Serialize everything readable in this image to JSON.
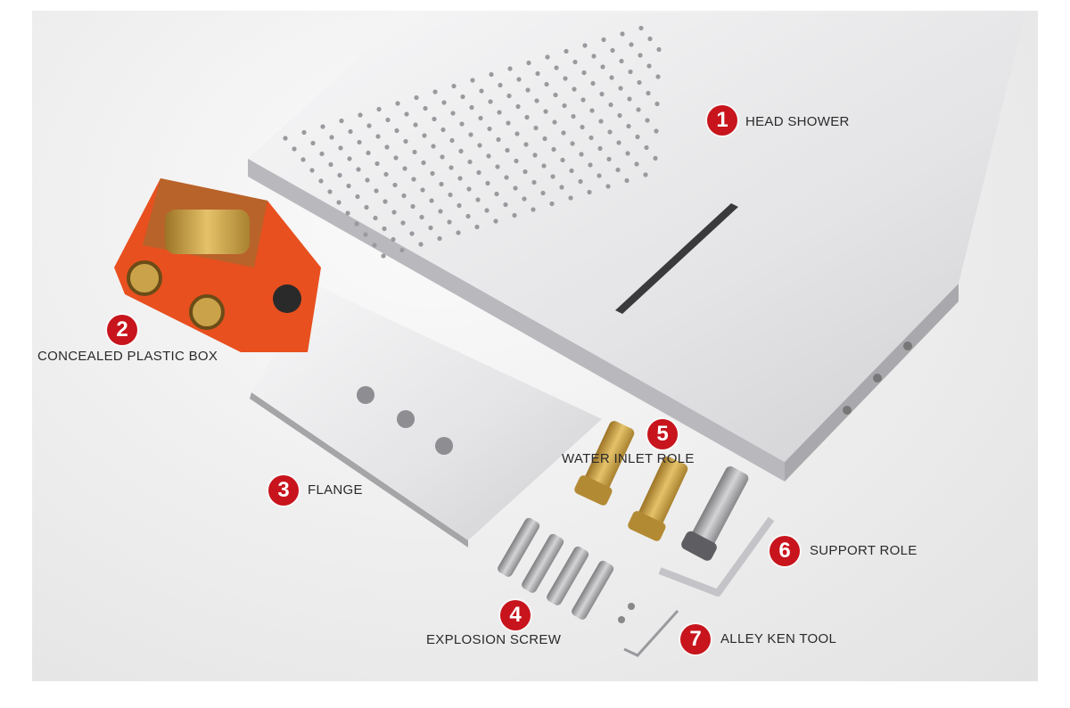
{
  "parts": [
    {
      "number": "1",
      "label": "HEAD SHOWER"
    },
    {
      "number": "2",
      "label": "CONCEALED PLASTIC BOX"
    },
    {
      "number": "3",
      "label": "FLANGE"
    },
    {
      "number": "4",
      "label": "EXPLOSION SCREW"
    },
    {
      "number": "5",
      "label": "WATER INLET ROLE"
    },
    {
      "number": "6",
      "label": "SUPPORT ROLE"
    },
    {
      "number": "7",
      "label": "ALLEY KEN TOOL"
    }
  ],
  "colors": {
    "badge": "#c8141c",
    "box": "#f05a28",
    "brass": "#c9a24a",
    "chrome": "#e6e6e8"
  }
}
